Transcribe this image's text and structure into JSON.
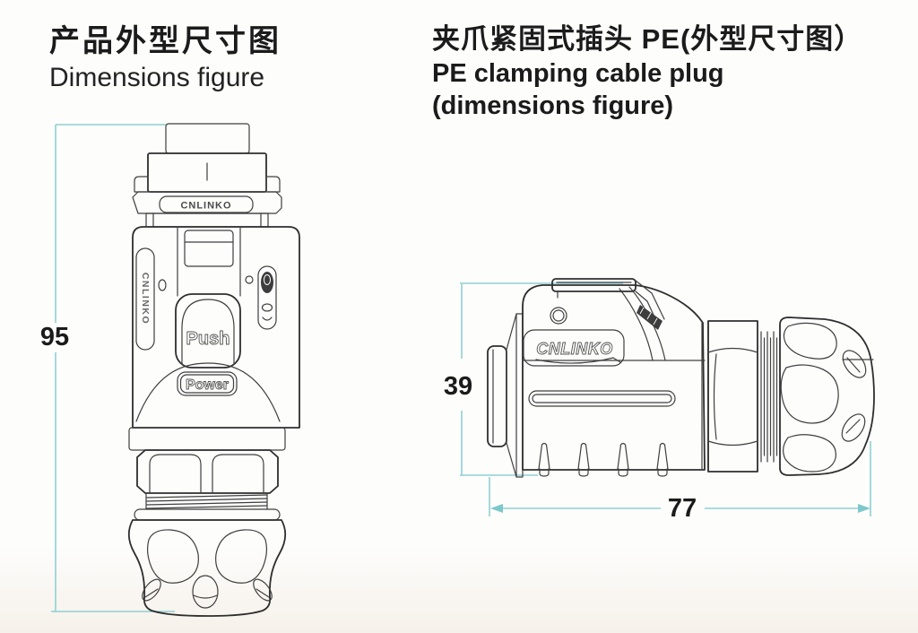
{
  "left_figure": {
    "title_zh": "产品外型尺寸图",
    "title_en": "Dimensions figure",
    "height_dim": "95",
    "brand": "CNLINKO",
    "push_label": "Push",
    "power_label": "Power"
  },
  "right_figure": {
    "title_zh": "夹爪紧固式插头 PE(外型尺寸图）",
    "title_en_line1": "PE clamping cable plug",
    "title_en_line2": "(dimensions figure)",
    "brand": "CNLINKO",
    "height_dim": "39",
    "length_dim": "77"
  },
  "colors": {
    "dimension_line": "#8fd0d2",
    "line_art": "#3f3f3f",
    "text": "#1b1b1b",
    "background": "#fdfdfc"
  }
}
